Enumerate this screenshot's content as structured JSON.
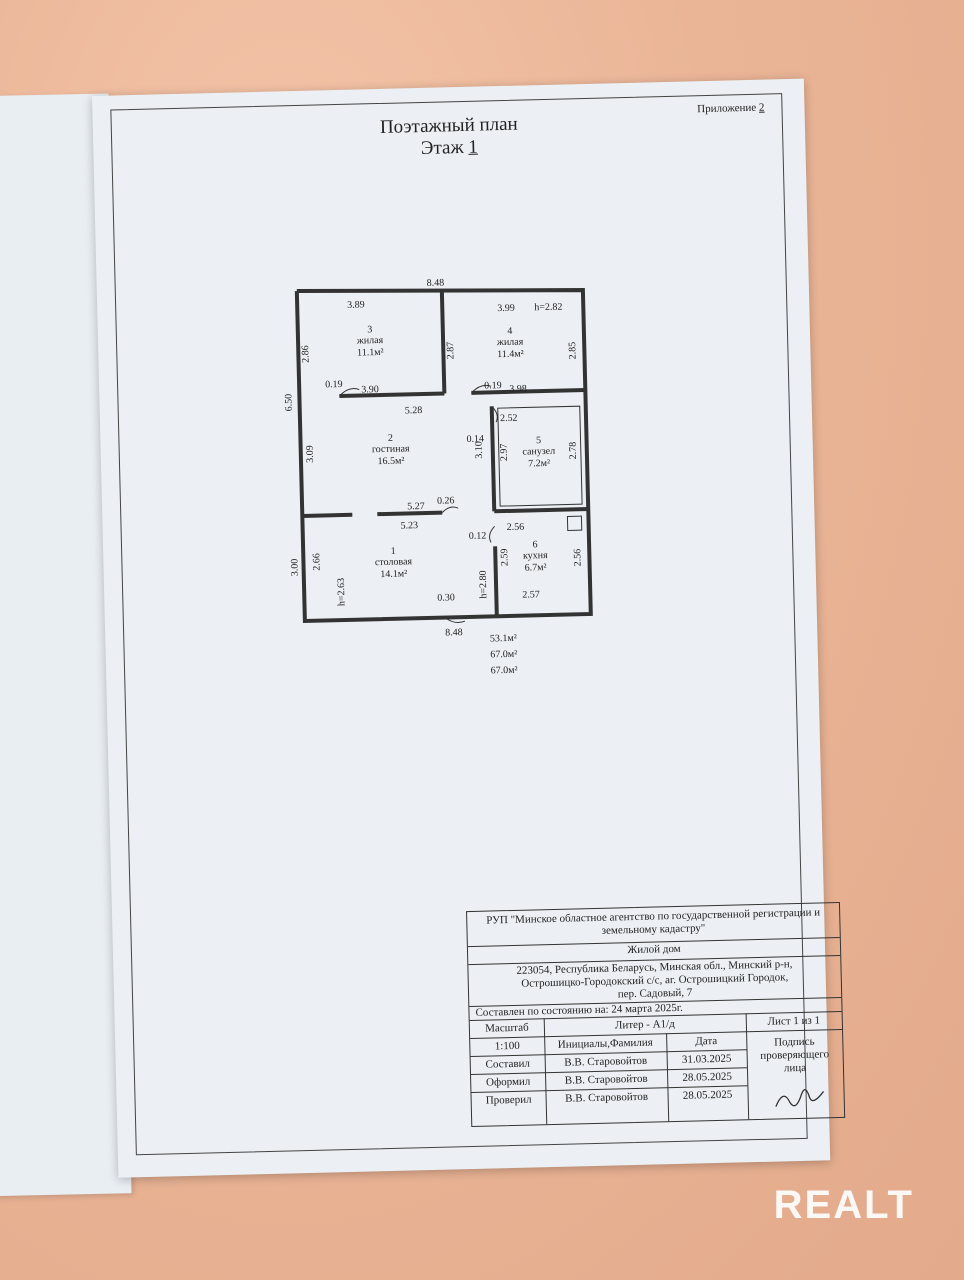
{
  "header": {
    "appendix_label": "Приложение",
    "appendix_num": "2",
    "title_line1": "Поэтажный план",
    "title_line2_prefix": "Этаж",
    "floor_number": "1"
  },
  "plan": {
    "dims": {
      "top_total": "8.48",
      "bottom_total": "8.48",
      "left_total": "6.50",
      "left_lower": "3.00",
      "r3_width": "3.89",
      "r3_height": "2.86",
      "r3_inner": "2.87",
      "r3_bottom": "3.90",
      "w1": "0.19",
      "r4_width": "3.99",
      "r4_h": "h=2.82",
      "r4_height": "2.85",
      "r4_bottom": "3.98",
      "w2": "0.19",
      "r2_width": "5.28",
      "r2_height": "3.09",
      "r2_right": "3.10",
      "w3": "0.14",
      "r2_bottom": "5.27",
      "w4": "0.26",
      "r5_width": "2.52",
      "r5_left": "2.97",
      "r5_right": "2.78",
      "r1_width": "5.23",
      "r1_left": "2.66",
      "r1_h": "h=2.63",
      "r1_right": "h=2.80",
      "w5": "0.30",
      "r6_width": "2.56",
      "r6_left": "2.59",
      "r6_right": "2.56",
      "r6_bottom": "2.57",
      "w6": "0.12"
    },
    "rooms": [
      {
        "num": "3",
        "name": "жилая",
        "area": "11.1м²"
      },
      {
        "num": "4",
        "name": "жилая",
        "area": "11.4м²"
      },
      {
        "num": "2",
        "name": "гостиная",
        "area": "16.5м²"
      },
      {
        "num": "5",
        "name": "санузел",
        "area": "7.2м²"
      },
      {
        "num": "1",
        "name": "столовая",
        "area": "14.1м²"
      },
      {
        "num": "6",
        "name": "кухня",
        "area": "6.7м²"
      }
    ],
    "totals": [
      "53.1м²",
      "67.0м²",
      "67.0м²"
    ]
  },
  "stamp": {
    "org": "РУП \"Минское областное агентство по государственной регистрации и земельному кадастру\"",
    "object": "Жилой дом",
    "address_line1": "223054, Республика Беларусь, Минская обл., Минский р-н,",
    "address_line2": "Острошицко-Городокский с/с, аг. Острошицкий Городок,",
    "address_line3": "пер. Садовый, 7",
    "state_date": "Составлен по состоянию на: 24 марта 2025г.",
    "scale_label": "Масштаб",
    "scale_value": "1:100",
    "liter": "Литер - А1/д",
    "sheet": "Лист 1 из 1",
    "col_name": "Инициалы,Фамилия",
    "col_date": "Дата",
    "signature_label": "Подпись проверяющего лица",
    "rows": [
      {
        "role": "Составил",
        "name": "В.В. Старовойтов",
        "date": "31.03.2025"
      },
      {
        "role": "Оформил",
        "name": "В.В. Старовойтов",
        "date": "28.05.2025"
      },
      {
        "role": "Проверил",
        "name": "В.В. Старовойтов",
        "date": "28.05.2025"
      }
    ]
  },
  "watermark": "REALT"
}
